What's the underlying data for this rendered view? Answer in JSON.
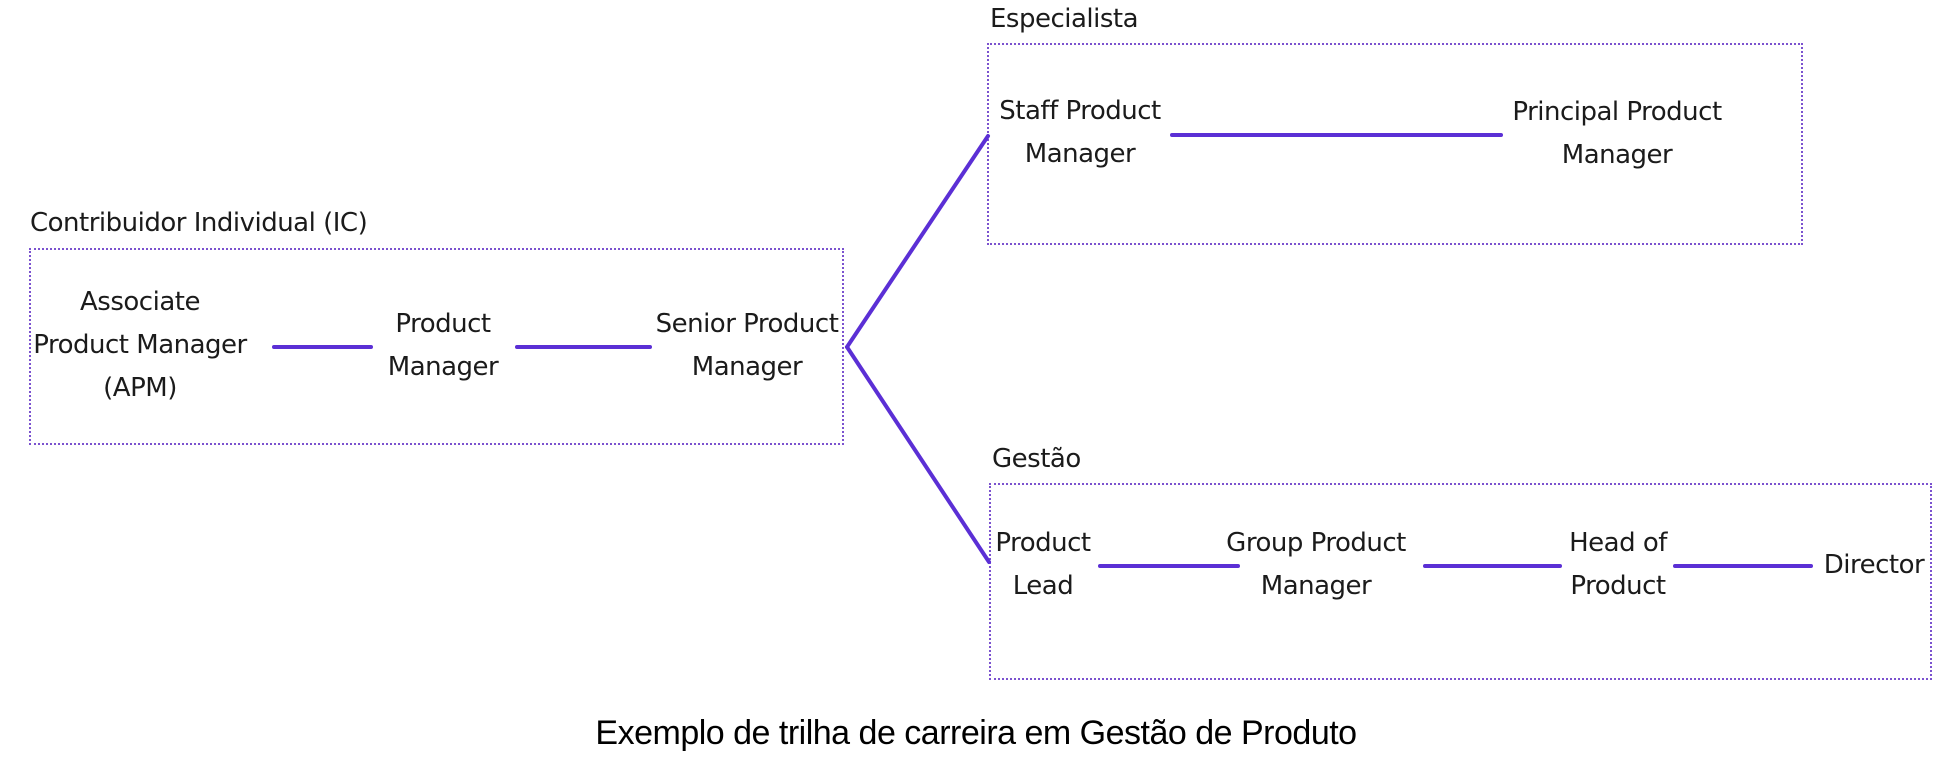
{
  "palette": {
    "line": "#5b2fd5",
    "border": "#7b52cf",
    "text": "#1b1b1b",
    "background": "#ffffff"
  },
  "groups": {
    "ic": {
      "label": "Contribuidor Individual (IC)",
      "nodes": {
        "apm": "Associate\nProduct Manager\n(APM)",
        "pm": "Product\nManager",
        "senior_pm": "Senior Product\nManager"
      }
    },
    "especialista": {
      "label": "Especialista",
      "nodes": {
        "staff_pm": "Staff Product\nManager",
        "principal_pm": "Principal Product\nManager"
      }
    },
    "gestao": {
      "label": "Gestão",
      "nodes": {
        "product_lead": "Product\nLead",
        "group_pm": "Group Product\nManager",
        "head_of_product": "Head of\nProduct",
        "director": "Director"
      }
    }
  },
  "caption": "Exemplo de trilha de carreira em Gestão de Produto"
}
